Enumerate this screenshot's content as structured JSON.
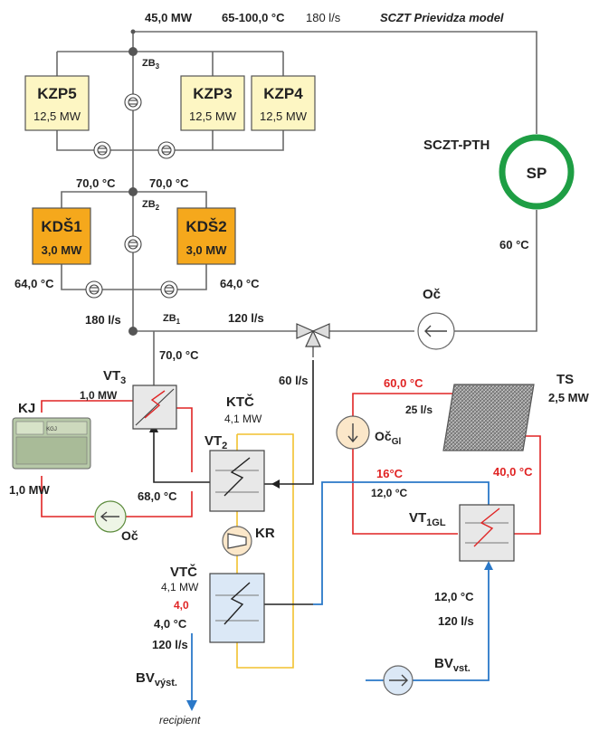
{
  "colors": {
    "pipe_gray": "#6b6b6b",
    "pipe_red": "#e02424",
    "pipe_yellow": "#f2c12e",
    "pipe_blue": "#2a78c8",
    "pipe_black": "#222222",
    "boiler_light": "#fdf6c3",
    "boiler_orange": "#f5a81c",
    "boiler_border": "#555555",
    "sp_ring": "#1e9e44",
    "pump_fill": "#fbe7c9",
    "pump_fill_blue": "#dbe8f6",
    "hx_fill": "#e8e8e8",
    "storage_fill": "#9a9a9a",
    "valve_fill": "#dddddd"
  },
  "top": {
    "power": "45,0 MW",
    "temp": "65-100,0 °C",
    "flow": "180 l/s",
    "model": "SCZT Prievidza model"
  },
  "nodes": {
    "zb3": "ZB3",
    "zb2": "ZB2",
    "zb1": "ZB1"
  },
  "boilers": {
    "kzp5": {
      "name": "KZP5",
      "power": "12,5 MW"
    },
    "kzp3": {
      "name": "KZP3",
      "power": "12,5 MW"
    },
    "kzp4": {
      "name": "KZP4",
      "power": "12,5 MW"
    },
    "kds1": {
      "name": "KDŠ1",
      "power": "3,0 MW"
    },
    "kds2": {
      "name": "KDŠ2",
      "power": "3,0 MW"
    }
  },
  "temps": {
    "kds1_out": "70,0 °C",
    "kds2_out": "70,0 °C",
    "kds1_in": "64,0 °C",
    "kds2_in": "64,0 °C",
    "sp_return": "60 °C",
    "vt3_out": "70,0 °C",
    "vt2_return": "68,0 °C",
    "ts_top": "60,0 °C",
    "ts_right": "40,0 °C",
    "gl_red": "16°C",
    "gl_in": "12,0 °C",
    "vtc_red": "4,0",
    "vtc_out": "4,0 °C",
    "bv_in": "12,0 °C"
  },
  "flows": {
    "kds_flow": "180 l/s",
    "main_flow": "120 l/s",
    "branch_flow": "60 l/s",
    "gl_flow": "25 l/s",
    "vtc_flow": "120 l/s",
    "bv_flow": "120 l/s"
  },
  "network": {
    "sczt_pth": "SCZT-PTH",
    "sp": "SP",
    "oc_top": "Oč"
  },
  "units": {
    "vt3": "VT3",
    "vt3_power": "1,0 MW",
    "kj": "KJ",
    "kj_power": "1,0 MW",
    "kj_text": "KGJ",
    "oc_bottom": "Oč",
    "ktc": "KTČ",
    "ktc_power": "4,1 MW",
    "vt2": "VT2",
    "kr": "KR",
    "vtc": "VTČ",
    "vtc_power": "4,1 MW",
    "ts": "TS",
    "ts_power": "2,5 MW",
    "oc_gl": "OčGl",
    "vt1gl": "VT1GL",
    "bv_out": "BVvýst.",
    "bv_in": "BVvst.",
    "recipient": "recipient"
  }
}
